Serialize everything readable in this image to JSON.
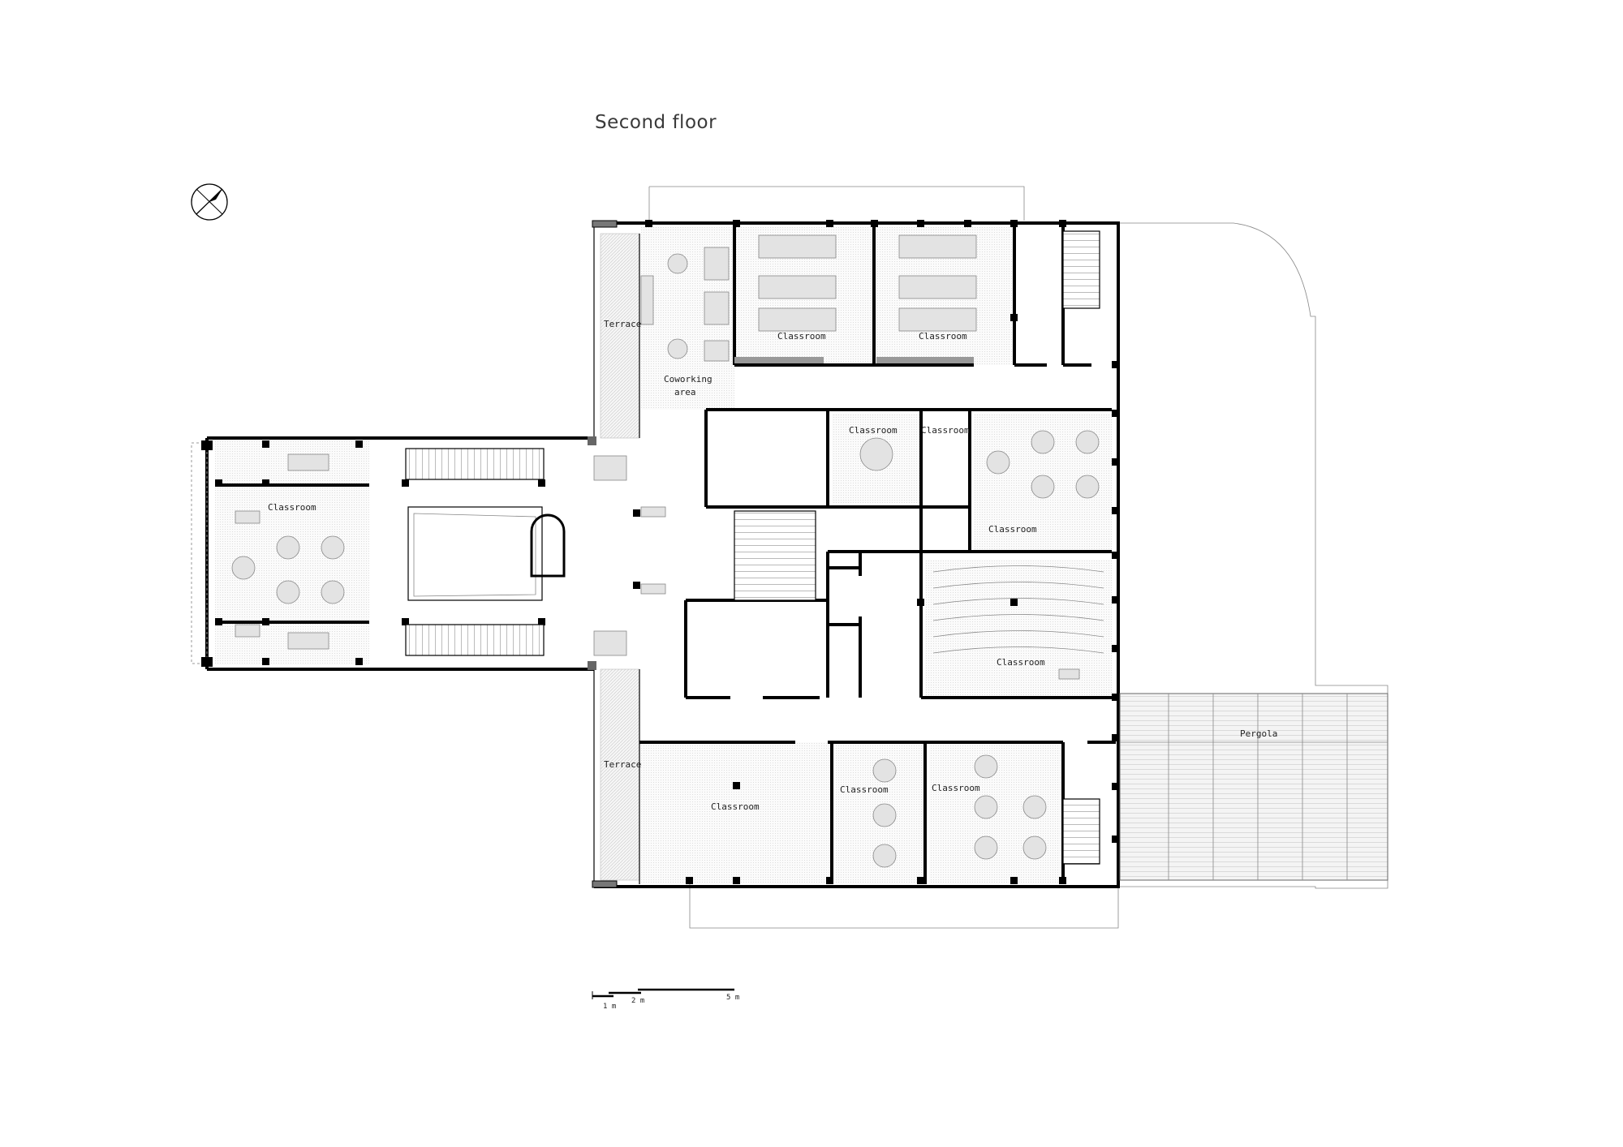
{
  "title": "Second floor",
  "rooms": {
    "terrace_north": "Terrace",
    "coworking": "Coworking\narea",
    "classroom_n1": "Classroom",
    "classroom_n2": "Classroom",
    "classroom_small1": "Classroom",
    "classroom_small2": "Classroom",
    "classroom_east": "Classroom",
    "classroom_auditorium": "Classroom",
    "classroom_west": "Classroom",
    "terrace_south": "Terrace",
    "classroom_s1": "Classroom",
    "classroom_s2": "Classroom",
    "classroom_s3": "Classroom",
    "pergola": "Pergola"
  },
  "scale_bar": {
    "labels": [
      "1 m",
      "2 m",
      "5 m"
    ]
  },
  "icons": {
    "north_arrow": "north-arrow-icon"
  },
  "colors": {
    "wall": "#000000",
    "furniture": "#e3e3e3",
    "text": "#222222"
  }
}
